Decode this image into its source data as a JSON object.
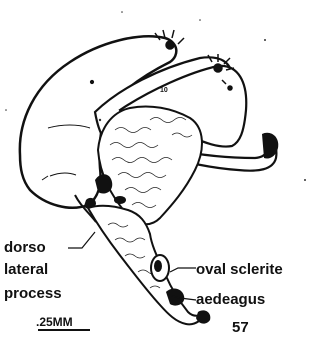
{
  "figure": {
    "labels": {
      "dorso_lateral_line1": "dorso",
      "dorso_lateral_line2": "lateral",
      "dorso_lateral_line3": "process",
      "oval_sclerite": "oval sclerite",
      "aedeagus": "aedeagus"
    },
    "scale_bar_label": ".25MM",
    "figure_number": "57",
    "plate_marks": {
      "mark_10": "10"
    }
  }
}
